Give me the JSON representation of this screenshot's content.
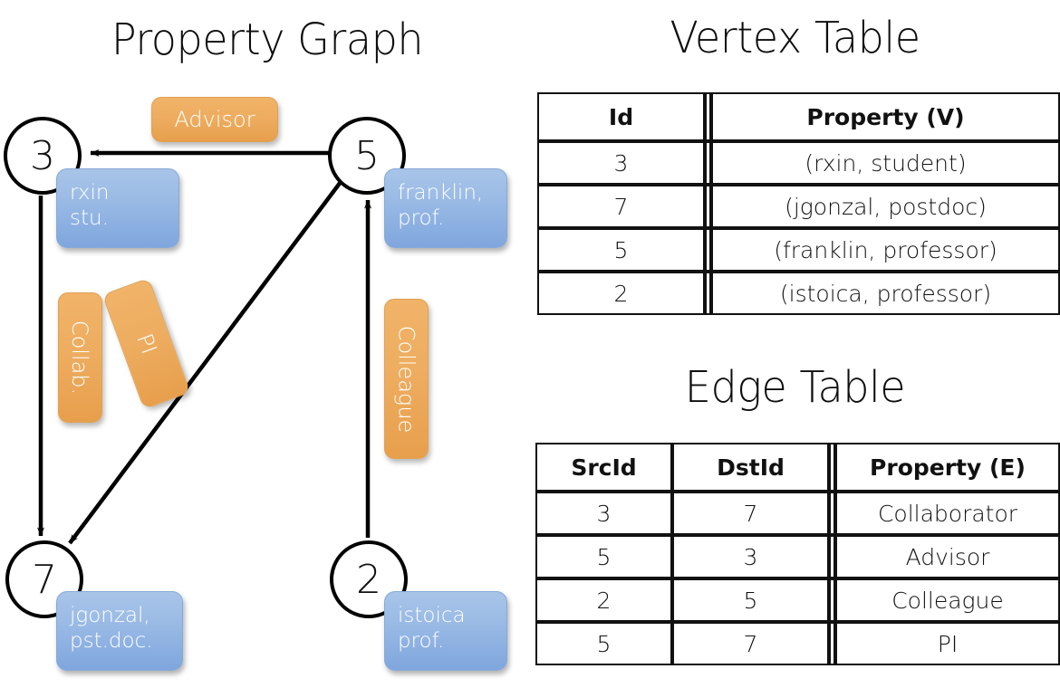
{
  "titles": {
    "property_graph": "Property Graph",
    "vertex_table": "Vertex Table",
    "edge_table": "Edge Table"
  },
  "graph": {
    "nodes": [
      {
        "id": "3",
        "label": "3",
        "prop_line1": "rxin",
        "prop_line2": "stu."
      },
      {
        "id": "5",
        "label": "5",
        "prop_line1": "franklin,",
        "prop_line2": "prof."
      },
      {
        "id": "7",
        "label": "7",
        "prop_line1": "jgonzal,",
        "prop_line2": "pst.doc."
      },
      {
        "id": "2",
        "label": "2",
        "prop_line1": "istoica",
        "prop_line2": "prof."
      }
    ],
    "edge_labels": [
      {
        "name": "advisor",
        "text": "Advisor"
      },
      {
        "name": "collab",
        "text": "Collab."
      },
      {
        "name": "pi",
        "text": "PI"
      },
      {
        "name": "colleague",
        "text": "Colleague"
      }
    ],
    "edges": [
      {
        "src": "5",
        "dst": "3",
        "label": "Advisor"
      },
      {
        "src": "3",
        "dst": "7",
        "label": "Collab."
      },
      {
        "src": "5",
        "dst": "7",
        "label": "PI"
      },
      {
        "src": "2",
        "dst": "5",
        "label": "Colleague"
      }
    ]
  },
  "vertex_table": {
    "headers": [
      "Id",
      "Property (V)"
    ],
    "rows": [
      {
        "id": "3",
        "property": "(rxin, student)"
      },
      {
        "id": "7",
        "property": "(jgonzal, postdoc)"
      },
      {
        "id": "5",
        "property": "(franklin, professor)"
      },
      {
        "id": "2",
        "property": "(istoica, professor)"
      }
    ]
  },
  "edge_table": {
    "headers": [
      "SrcId",
      "DstId",
      "Property (E)"
    ],
    "rows": [
      {
        "src": "3",
        "dst": "7",
        "property": "Collaborator"
      },
      {
        "src": "5",
        "dst": "3",
        "property": "Advisor"
      },
      {
        "src": "2",
        "dst": "5",
        "property": "Colleague"
      },
      {
        "src": "5",
        "dst": "7",
        "property": "PI"
      }
    ]
  },
  "colors": {
    "vertex_property_fill": "#ccd9ef",
    "edge_property_fill": "#f7ddc3",
    "node_box_blue": "#9cbce6",
    "edge_label_orange": "#eead61",
    "stroke": "#111111",
    "background": "#ffffff"
  }
}
